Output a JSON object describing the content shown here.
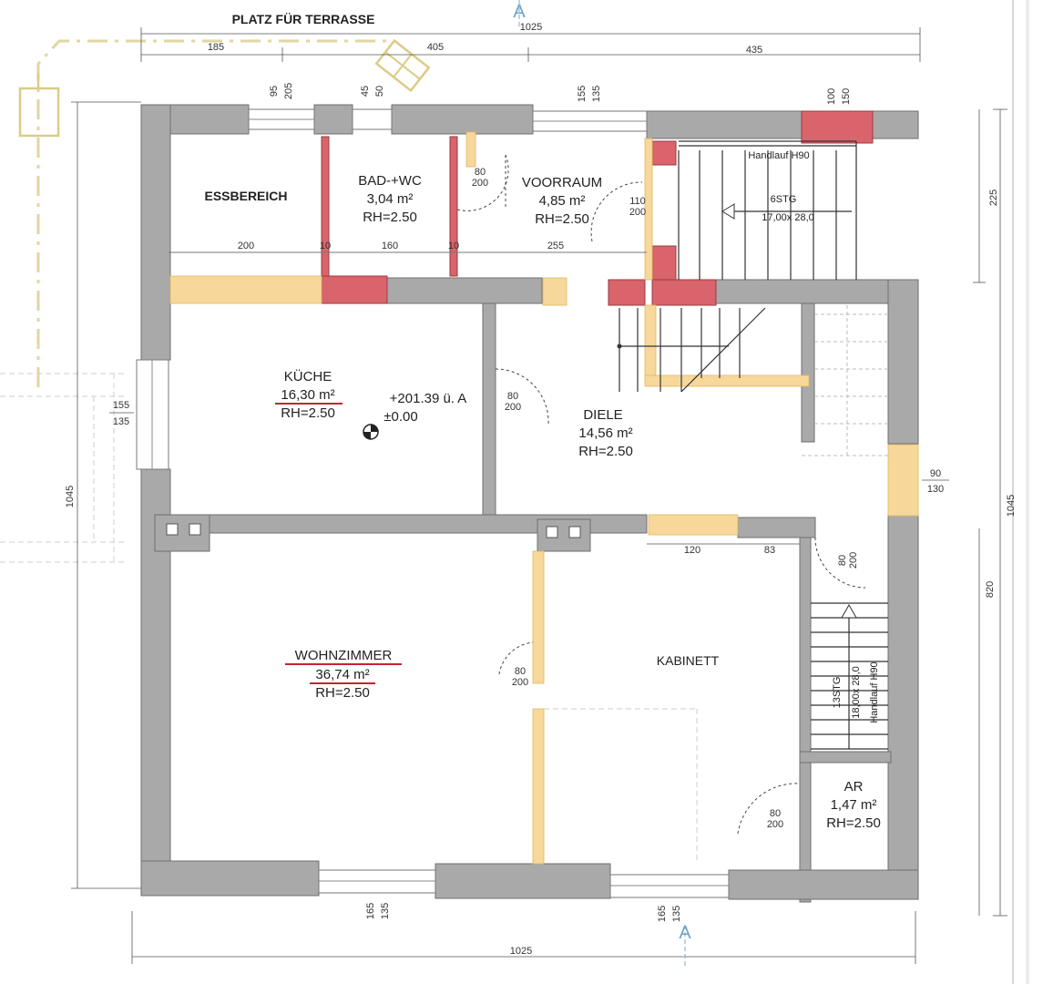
{
  "annotations": {
    "terrace": "PLATZ FÜR TERRASSE",
    "section_mark_top": "A",
    "section_mark_bottom": "A",
    "level": "+201.39 ü. A",
    "level_zero": "±0.00"
  },
  "rooms": {
    "essbereich": {
      "name": "ESSBEREICH"
    },
    "bad": {
      "name": "BAD-+WC",
      "area": "3,04 m²",
      "height": "RH=2.50"
    },
    "voorraum": {
      "name": "VOORRAUM",
      "area": "4,85 m²",
      "height": "RH=2.50"
    },
    "kueche": {
      "name": "KÜCHE",
      "area": "16,30 m²",
      "height": "RH=2.50"
    },
    "diele": {
      "name": "DIELE",
      "area": "14,56 m²",
      "height": "RH=2.50"
    },
    "wohnzimmer": {
      "name": "WOHNZIMMER",
      "area": "36,74 m²",
      "height": "RH=2.50"
    },
    "kabinett": {
      "name": "KABINETT"
    },
    "ar": {
      "name": "AR",
      "area": "1,47 m²",
      "height": "RH=2.50"
    }
  },
  "stairs": {
    "upper_handrail": "Handlauf H90",
    "upper_label": "6STG",
    "upper_size": "17,00x 28,0",
    "lower_label": "13STG",
    "lower_size": "18,00x 28,0",
    "lower_handrail": "Handlauf H90"
  },
  "dimensions": {
    "top_total": "1025",
    "top_185": "185",
    "top_405": "405",
    "top_435": "435",
    "w95": "95",
    "w205": "205",
    "w45": "45",
    "w50": "50",
    "w155": "155",
    "w135": "135",
    "w100": "100",
    "w150": "150",
    "r200": "200",
    "r10a": "10",
    "r160": "160",
    "r10b": "10",
    "r255": "255",
    "d80": "80",
    "d200": "200",
    "d110": "110",
    "right_225": "225",
    "right_1045": "1045",
    "right_820": "820",
    "left_1045": "1045",
    "left_win_155": "155",
    "left_win_135": "135",
    "right_win_90": "90",
    "right_win_130": "130",
    "c120": "120",
    "c83": "83",
    "bottom_165a": "165",
    "bottom_135a": "135",
    "bottom_165b": "165",
    "bottom_135b": "135",
    "bottom_total": "1025"
  }
}
